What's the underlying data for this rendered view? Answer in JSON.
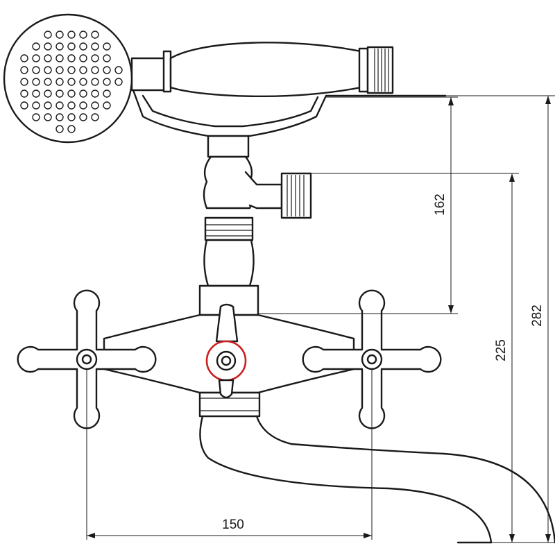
{
  "dimensions": {
    "spread": "150",
    "shower_outlet_height": "162",
    "spout_outlet_height": "225",
    "total_height": "282"
  },
  "colors": {
    "line": "#1a1a1a",
    "background": "#ffffff",
    "diverter_accent": "#cc1f1f"
  },
  "icons": {
    "shower_head": "perforated-disc",
    "handles": "cross-handle",
    "diverter": "lever-knob"
  }
}
